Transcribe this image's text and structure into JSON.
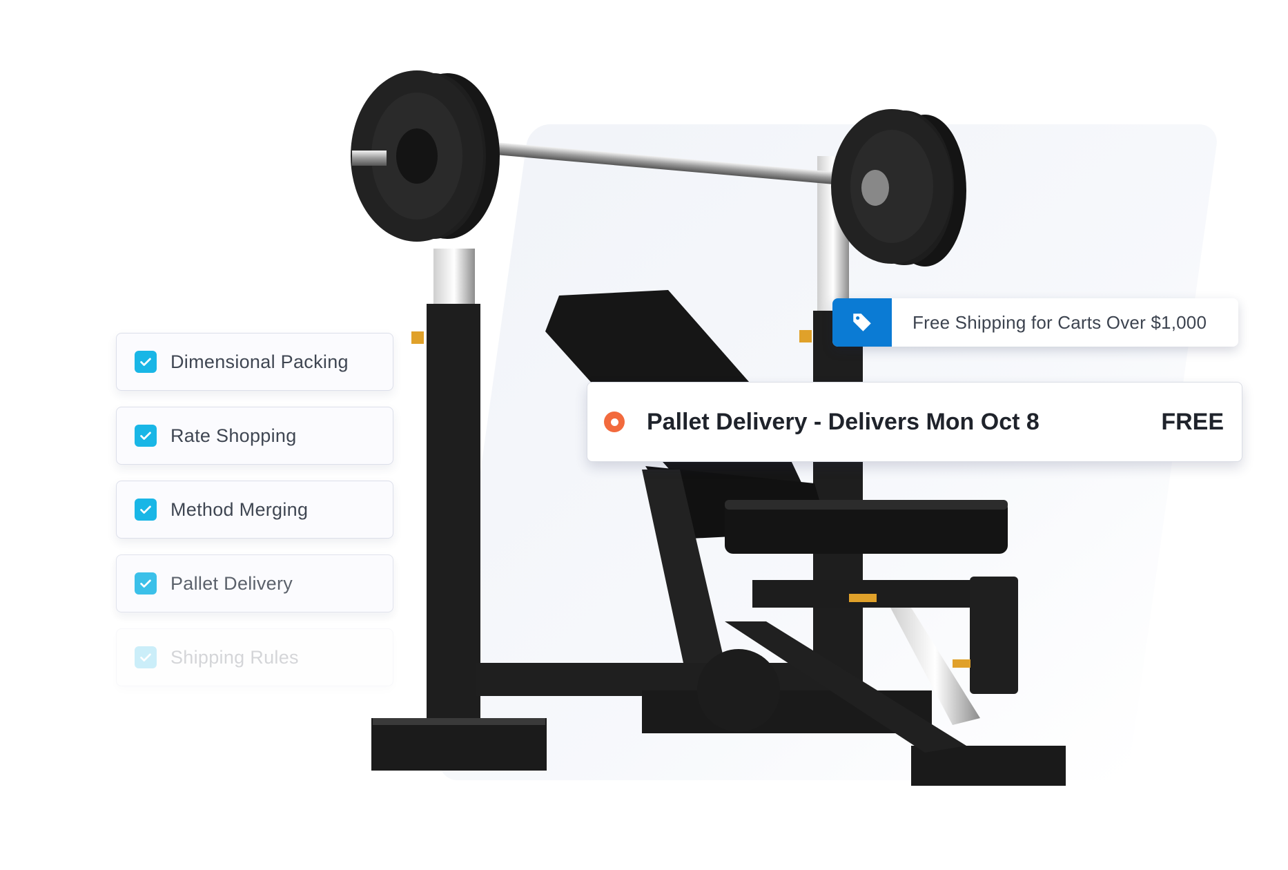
{
  "features": [
    {
      "label": "Dimensional Packing",
      "checked": true
    },
    {
      "label": "Rate Shopping",
      "checked": true
    },
    {
      "label": "Method Merging",
      "checked": true
    },
    {
      "label": "Pallet Delivery",
      "checked": true
    },
    {
      "label": "Shipping Rules",
      "checked": true
    }
  ],
  "promo": {
    "icon": "tag-icon",
    "text": "Free Shipping for Carts Over $1,000"
  },
  "delivery": {
    "icon": "radio-selected",
    "label": "Pallet Delivery - Delivers Mon Oct 8",
    "price": "FREE"
  },
  "colors": {
    "check": "#19b6e6",
    "promo_icon_bg": "#0b7bd4",
    "radio": "#f26a3d"
  }
}
